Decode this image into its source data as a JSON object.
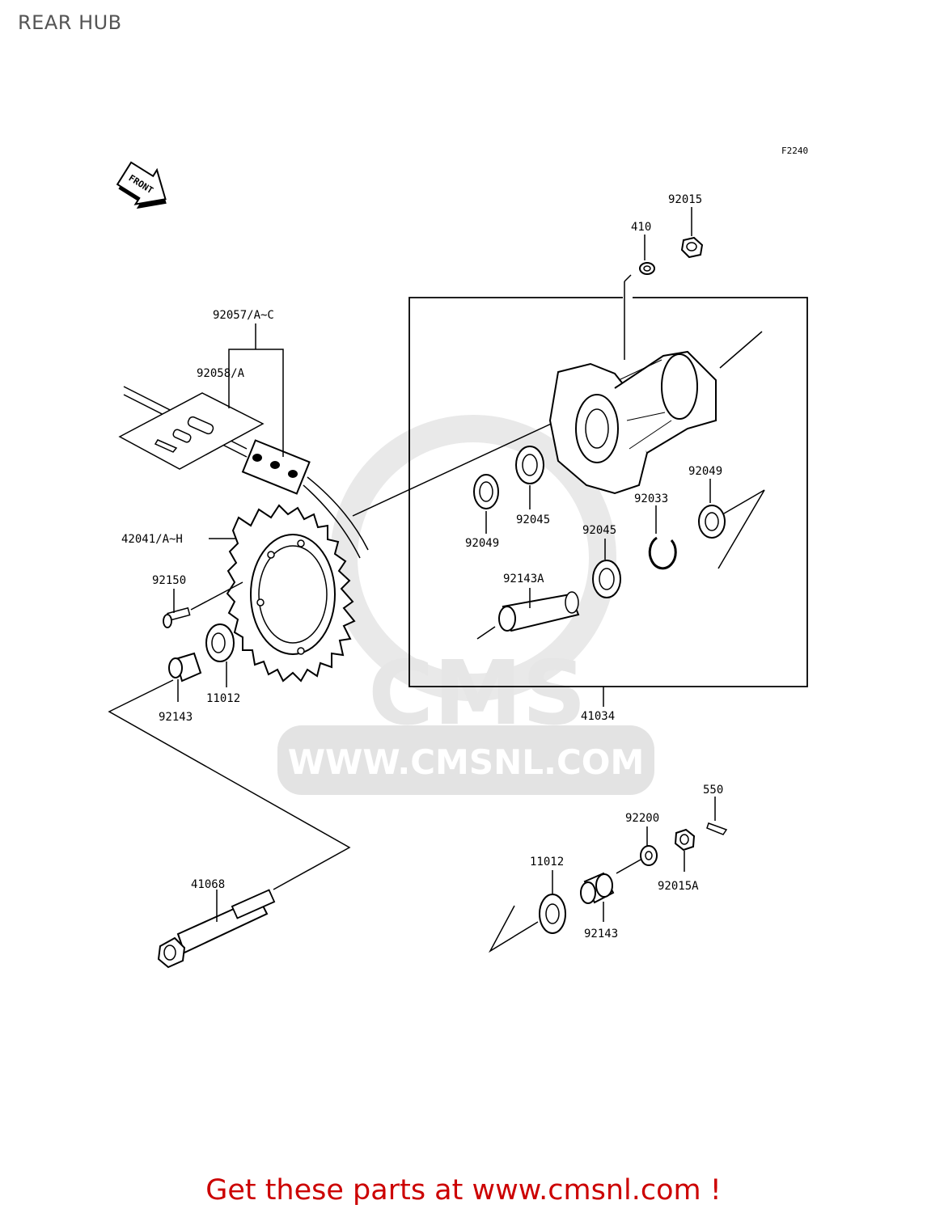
{
  "header": {
    "title": "REAR HUB"
  },
  "figure_code": "F2240",
  "front_arrow_label": "FRONT",
  "watermark": {
    "logo_text": "CMS",
    "url_text": "WWW.CMSNL.COM"
  },
  "parts": {
    "p92015": "92015",
    "p410": "410",
    "p92057": "92057/A~C",
    "p92058": "92058/A",
    "p42041": "42041/A~H",
    "p92150": "92150",
    "p11012a": "11012",
    "p92143a": "92143",
    "p92049a": "92049",
    "p92045a": "92045",
    "p92045b": "92045",
    "p92143A": "92143A",
    "p92033": "92033",
    "p92049b": "92049",
    "p41034": "41034",
    "p550": "550",
    "p92200": "92200",
    "p11012b": "11012",
    "p92015A": "92015A",
    "p92143b": "92143",
    "p41068": "41068"
  },
  "footer": {
    "cta": "Get these parts at www.cmsnl.com !"
  },
  "colors": {
    "cta": "#cc0000",
    "title": "#555555",
    "watermark": "#e6e6e6"
  }
}
